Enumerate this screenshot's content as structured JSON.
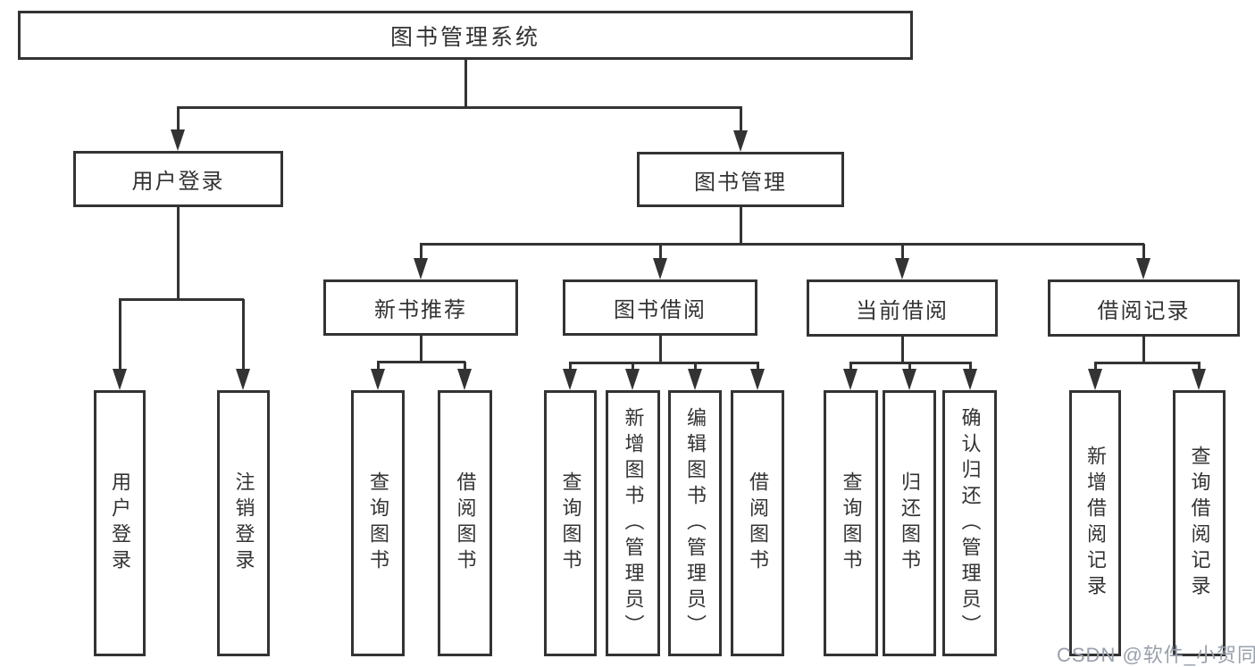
{
  "tree": {
    "label": "图书管理系统",
    "children": [
      {
        "label": "用户登录",
        "children": [
          {
            "label": "用户登录"
          },
          {
            "label": "注销登录"
          }
        ]
      },
      {
        "label": "图书管理",
        "children": [
          {
            "label": "新书推荐",
            "children": [
              {
                "label": "查询图书"
              },
              {
                "label": "借阅图书"
              }
            ]
          },
          {
            "label": "图书借阅",
            "children": [
              {
                "label": "查询图书"
              },
              {
                "label": "新增图书（管理员）"
              },
              {
                "label": "编辑图书（管理员）"
              },
              {
                "label": "借阅图书"
              }
            ]
          },
          {
            "label": "当前借阅",
            "children": [
              {
                "label": "查询图书"
              },
              {
                "label": "归还图书"
              },
              {
                "label": "确认归还（管理员）"
              }
            ]
          },
          {
            "label": "借阅记录",
            "children": [
              {
                "label": "新增借阅记录"
              },
              {
                "label": "查询借阅记录"
              }
            ]
          }
        ]
      }
    ]
  },
  "watermark": "CSDN @软件_小贺同学",
  "colors": {
    "line": "#333333",
    "text": "#333333",
    "watermark_text": "#98a0ac",
    "background": "#ffffff"
  }
}
